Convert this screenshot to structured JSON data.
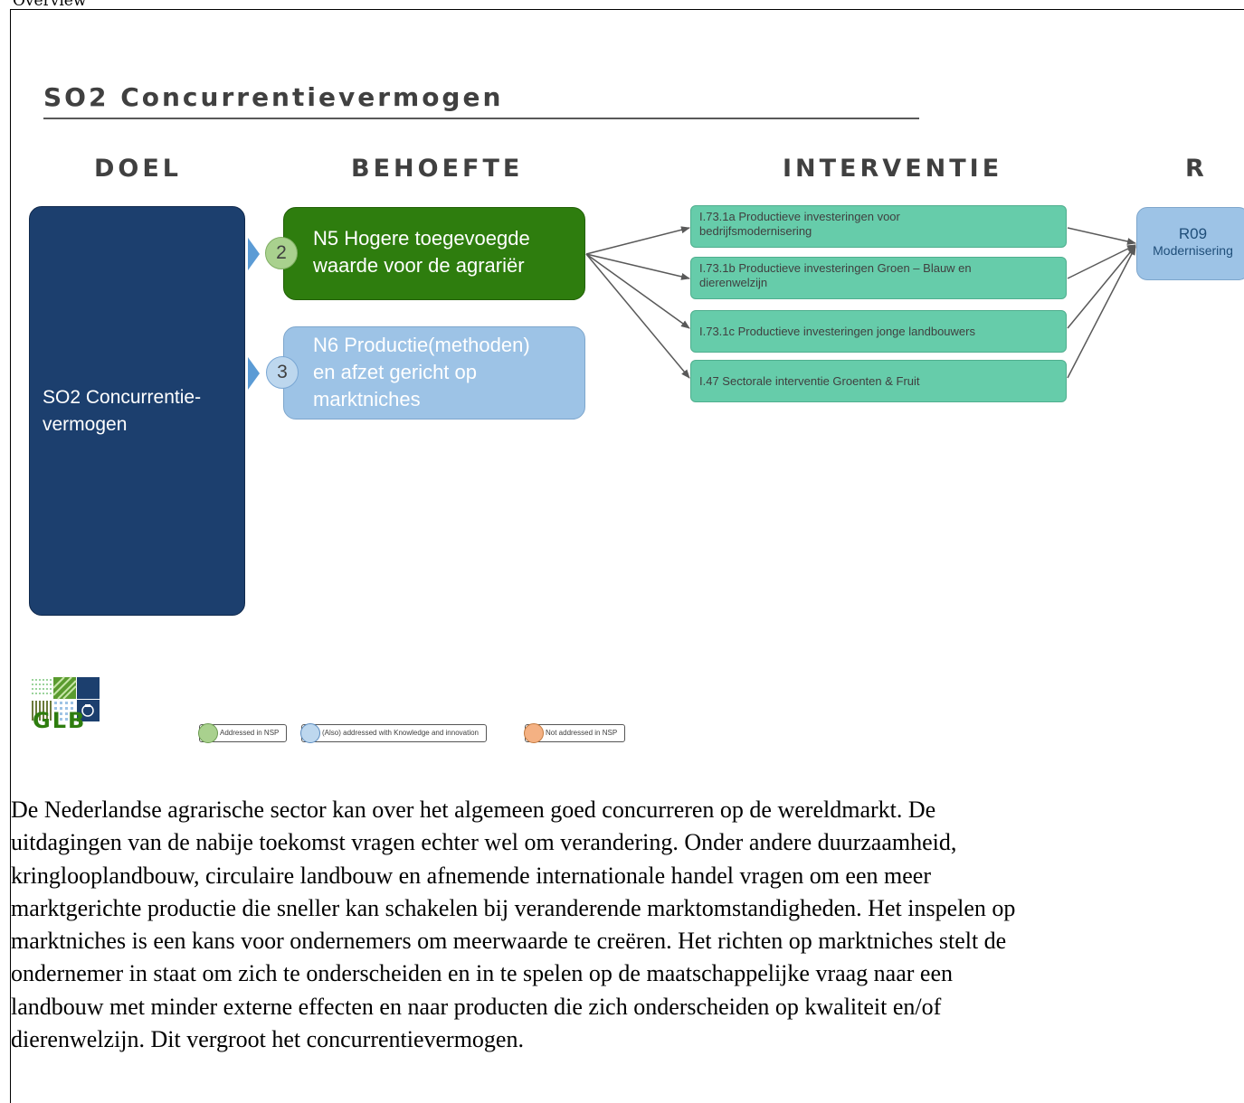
{
  "header_partial": "Overview",
  "slide": {
    "title": "SO2 Concurrentievermogen",
    "columns": {
      "doel": "DOEL",
      "behoefte": "BEHOEFTE",
      "interventie": "INTERVENTIE",
      "result": "R"
    },
    "doel_box": {
      "line1": "SO2 Concurrentie-",
      "line2": "vermogen"
    },
    "needs": [
      {
        "number": "2",
        "line1": "N5 Hogere toegevoegde",
        "line2": "waarde voor de agrariër",
        "line3": ""
      },
      {
        "number": "3",
        "line1": "N6 Productie(methoden)",
        "line2": "en afzet gericht op",
        "line3": "marktniches"
      }
    ],
    "interventions": [
      {
        "line1": "I.73.1a Productieve investeringen voor",
        "line2": "bedrijfsmodernisering"
      },
      {
        "line1": "I.73.1b Productieve  investeringen Groen – Blauw en",
        "line2": "dierenwelzijn"
      },
      {
        "line1": "I.73.1c Productieve investeringen jonge landbouwers",
        "line2": ""
      },
      {
        "line1": "I.47 Sectorale interventie Groenten & Fruit",
        "line2": ""
      }
    ],
    "result_box": {
      "code": "R09",
      "label": "Modernisering"
    },
    "logo_text": "GLB",
    "legend": [
      {
        "label": "Addressed in NSP",
        "color": "#a9d18e"
      },
      {
        "label": "(Also) addressed with Knowledge and innovation",
        "color": "#bdd7ee"
      },
      {
        "label": "Not addressed in NSP",
        "color": "#f4b183"
      }
    ],
    "colors": {
      "doel": "#1c3f6e",
      "need_addressed": "#2e7d0e",
      "need_knowledge": "#9dc3e6",
      "intervention": "#66ccaa",
      "result": "#9dc3e6"
    }
  },
  "paragraph_lines": [
    "De Nederlandse agrarische sector kan over het algemeen goed concurreren op de wereldmarkt. De",
    "uitdagingen van de nabije toekomst vragen echter wel om verandering. Onder andere duurzaamheid,",
    "kringlooplandbouw, circulaire landbouw en afnemende internationale handel vragen om een meer",
    "marktgerichte productie die sneller kan schakelen bij veranderende marktomstandigheden. Het inspelen op",
    "marktniches is een kans voor ondernemers om meerwaarde te creëren. Het richten op marktniches stelt de",
    "ondernemer in staat om zich te onderscheiden en in te spelen op de maatschappelijke vraag naar een",
    "landbouw met minder externe effecten en naar producten die zich onderscheiden op kwaliteit en/of",
    "dierenwelzijn. Dit vergroot het concurrentievermogen."
  ]
}
